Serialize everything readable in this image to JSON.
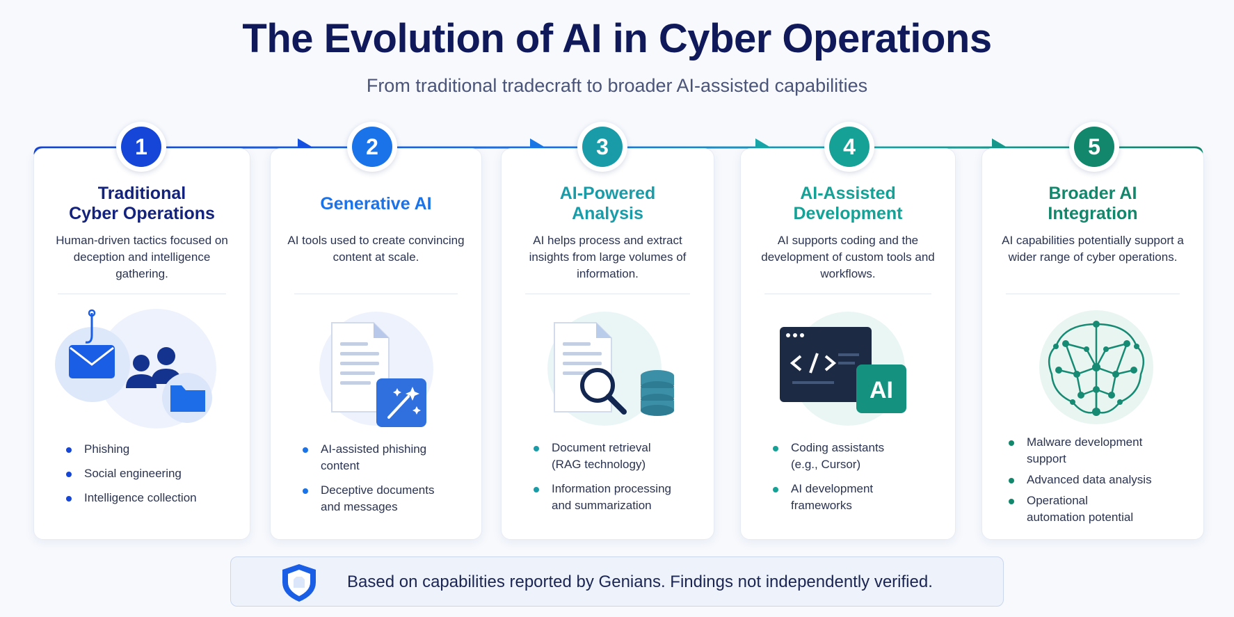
{
  "header": {
    "title": "The Evolution of AI in Cyber Operations",
    "subtitle": "From traditional tradecraft to broader AI-assisted capabilities"
  },
  "stages": [
    {
      "number": "1",
      "title": "Traditional\nCyber Operations",
      "description": "Human-driven tactics focused on deception and intelligence gathering.",
      "color": "#1546d8",
      "illustration": "phishing-hook-envelope, users, folder",
      "bullets": [
        "Phishing",
        "Social engineering",
        "Intelligence collection"
      ]
    },
    {
      "number": "2",
      "title": "Generative AI",
      "description": "AI tools used to create convincing content at scale.",
      "color": "#1a73e8",
      "illustration": "document, magic-wand",
      "bullets": [
        "AI-assisted phishing content",
        "Deceptive documents and messages"
      ]
    },
    {
      "number": "3",
      "title": "AI-Powered\nAnalysis",
      "description": "AI helps process and extract insights from large volumes of information.",
      "color": "#1a9ca8",
      "illustration": "document, magnifier, database",
      "bullets": [
        "Document retrieval (RAG technology)",
        "Information processing and summarization"
      ]
    },
    {
      "number": "4",
      "title": "AI-Assisted\nDevelopment",
      "description": "AI supports coding and the development of custom tools and workflows.",
      "color": "#16a196",
      "illustration": "code-window, ai-badge",
      "bullets": [
        "Coding assistants (e.g., Cursor)",
        "AI development frameworks"
      ]
    },
    {
      "number": "5",
      "title": "Broader AI\nIntegration",
      "description": "AI capabilities potentially support a wider range of cyber operations.",
      "color": "#12876b",
      "illustration": "neural-brain",
      "bullets": [
        "Malware development support",
        "Advanced data analysis",
        "Operational automation potential"
      ]
    }
  ],
  "footer": {
    "icon": "shield-icon",
    "note": "Based on capabilities reported by Genians.  Findings not independently verified."
  }
}
